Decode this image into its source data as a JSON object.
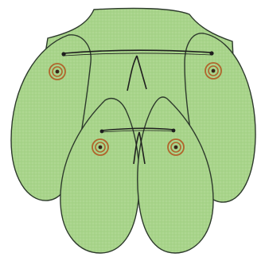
{
  "illustration": {
    "subject": "stylized-hand-paper-pattern",
    "colors": {
      "fill": "#a8d48a",
      "fill_highlight": "#b7dc9c",
      "outline": "#2d3a2c",
      "string": "#1e1e1e",
      "spiral": "#b0652c",
      "spiral_center": "#3a2418",
      "background": "#ffffff"
    },
    "spiral_count": 4,
    "pin_count": 4
  }
}
